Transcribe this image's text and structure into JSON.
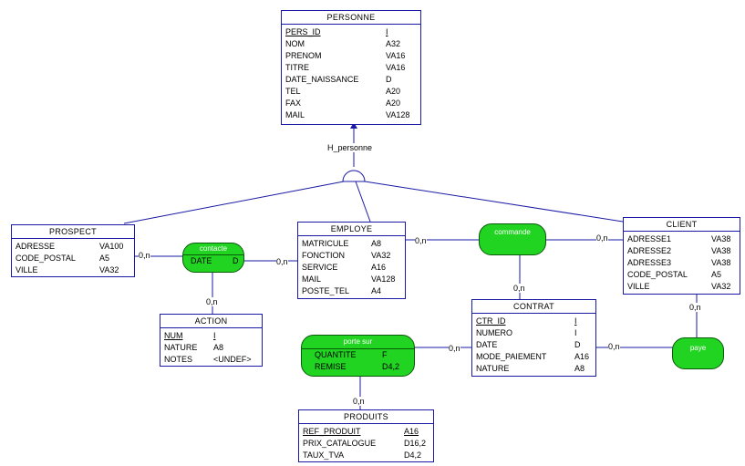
{
  "entities": {
    "personne": {
      "title": "PERSONNE",
      "attributes": [
        {
          "name": "PERS_ID",
          "type": "I",
          "pk": true
        },
        {
          "name": "NOM",
          "type": "A32"
        },
        {
          "name": "PRENOM",
          "type": "VA16"
        },
        {
          "name": "TITRE",
          "type": "VA16"
        },
        {
          "name": "DATE_NAISSANCE",
          "type": "D"
        },
        {
          "name": "TEL",
          "type": "A20"
        },
        {
          "name": "FAX",
          "type": "A20"
        },
        {
          "name": "MAIL",
          "type": "VA128"
        }
      ]
    },
    "prospect": {
      "title": "PROSPECT",
      "attributes": [
        {
          "name": "ADRESSE",
          "type": "VA100"
        },
        {
          "name": "CODE_POSTAL",
          "type": "A5"
        },
        {
          "name": "VILLE",
          "type": "VA32"
        }
      ]
    },
    "employe": {
      "title": "EMPLOYE",
      "attributes": [
        {
          "name": "MATRICULE",
          "type": "A8"
        },
        {
          "name": "FONCTION",
          "type": "VA32"
        },
        {
          "name": "SERVICE",
          "type": "A16"
        },
        {
          "name": "MAIL",
          "type": "VA128"
        },
        {
          "name": "POSTE_TEL",
          "type": "A4"
        }
      ]
    },
    "client": {
      "title": "CLIENT",
      "attributes": [
        {
          "name": "ADRESSE1",
          "type": "VA38"
        },
        {
          "name": "ADRESSE2",
          "type": "VA38"
        },
        {
          "name": "ADRESSE3",
          "type": "VA38"
        },
        {
          "name": "CODE_POSTAL",
          "type": "A5"
        },
        {
          "name": "VILLE",
          "type": "VA32"
        }
      ]
    },
    "action": {
      "title": "ACTION",
      "attributes": [
        {
          "name": "NUM",
          "type": "I",
          "pk": true
        },
        {
          "name": "NATURE",
          "type": "A8"
        },
        {
          "name": "NOTES",
          "type": "<UNDEF>"
        }
      ]
    },
    "contrat": {
      "title": "CONTRAT",
      "attributes": [
        {
          "name": "CTR_ID",
          "type": "I",
          "pk": true
        },
        {
          "name": "NUMERO",
          "type": "I"
        },
        {
          "name": "DATE",
          "type": "D"
        },
        {
          "name": "MODE_PAIEMENT",
          "type": "A16"
        },
        {
          "name": "NATURE",
          "type": "A8"
        }
      ]
    },
    "produits": {
      "title": "PRODUITS",
      "attributes": [
        {
          "name": "REF_PRODUIT",
          "type": "A16",
          "pk": true
        },
        {
          "name": "PRIX_CATALOGUE",
          "type": "D16,2"
        },
        {
          "name": "TAUX_TVA",
          "type": "D4,2"
        }
      ]
    }
  },
  "associations": {
    "contacte": {
      "name": "contacte",
      "attributes": [
        {
          "name": "DATE",
          "type": "D"
        }
      ]
    },
    "commande": {
      "name": "commande",
      "attributes": []
    },
    "porte_sur": {
      "name": "porte sur",
      "attributes": [
        {
          "name": "QUANTITE",
          "type": "F"
        },
        {
          "name": "REMISE",
          "type": "D4,2"
        }
      ]
    },
    "paye": {
      "name": "paye",
      "attributes": []
    }
  },
  "inheritance": {
    "label": "H_personne"
  },
  "cardinalities": {
    "prospect_contacte": "0,n",
    "employe_contacte": "0,n",
    "action_contacte": "0,n",
    "employe_commande": "0,n",
    "client_commande": "0,n",
    "contrat_commande": "0,n",
    "contrat_porte_sur": "0,n",
    "produits_porte_sur": "0,n",
    "contrat_paye": "0,n",
    "client_paye": "0,n"
  },
  "colors": {
    "entity_border": "#1a1aa6",
    "association_fill": "#21d421",
    "link": "#1a1aa6"
  }
}
